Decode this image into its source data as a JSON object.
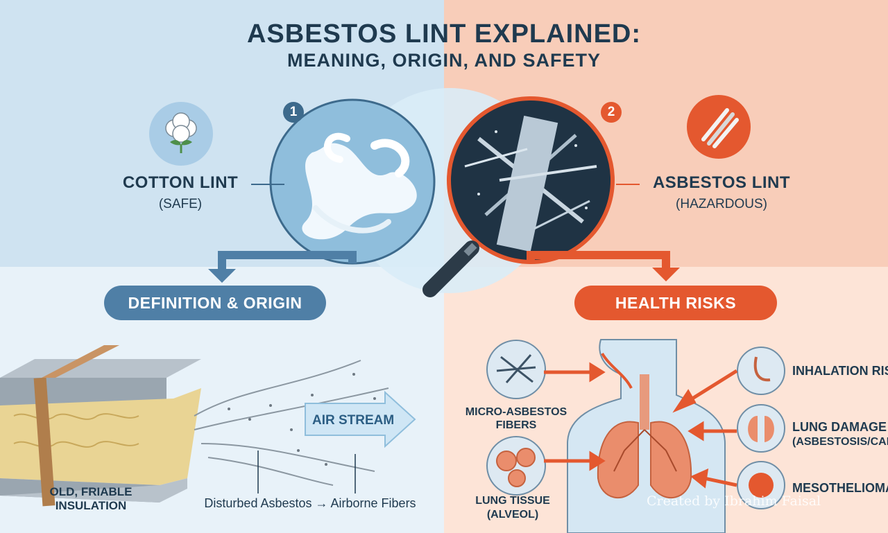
{
  "title": {
    "main": "ASBESTOS LINT EXPLAINED:",
    "sub": "MEANING, ORIGIN, AND SAFETY"
  },
  "steps": {
    "one": "1",
    "two": "2"
  },
  "cotton": {
    "name": "COTTON LINT",
    "status": "(SAFE)",
    "icon": "cotton-boll-icon"
  },
  "asbestos": {
    "name": "ASBESTOS LINT",
    "status": "(HAZARDOUS)",
    "icon": "fiber-bundle-icon"
  },
  "sections": {
    "definition": "DEFINITION & ORIGIN",
    "health": "HEALTH RISKS"
  },
  "origin": {
    "insulation": "OLD, FRIABLE INSULATION",
    "airstream": "AIR STREAM",
    "caption": "Disturbed Asbestos → Airborne Fibers"
  },
  "health": {
    "micro": "MICRO-ASBESTOS FIBERS",
    "alveoli": "LUNG TISSUE (ALVEOL)",
    "risks": {
      "inhalation": "INHALATION RIS",
      "lung_damage": "LUNG DAMAGE",
      "lung_damage_detail": "(ASBESTOSIS/CANC",
      "mesothelioma": "MESOTHELIOMA"
    }
  },
  "watermark": "Created by Ibrahim Faisal",
  "colors": {
    "navy": "#1f3a4f",
    "blue_accent": "#4f7fa6",
    "orange_accent": "#e4582f",
    "left_bg": "#cfe3f1",
    "right_bg": "#f8cdb9"
  }
}
